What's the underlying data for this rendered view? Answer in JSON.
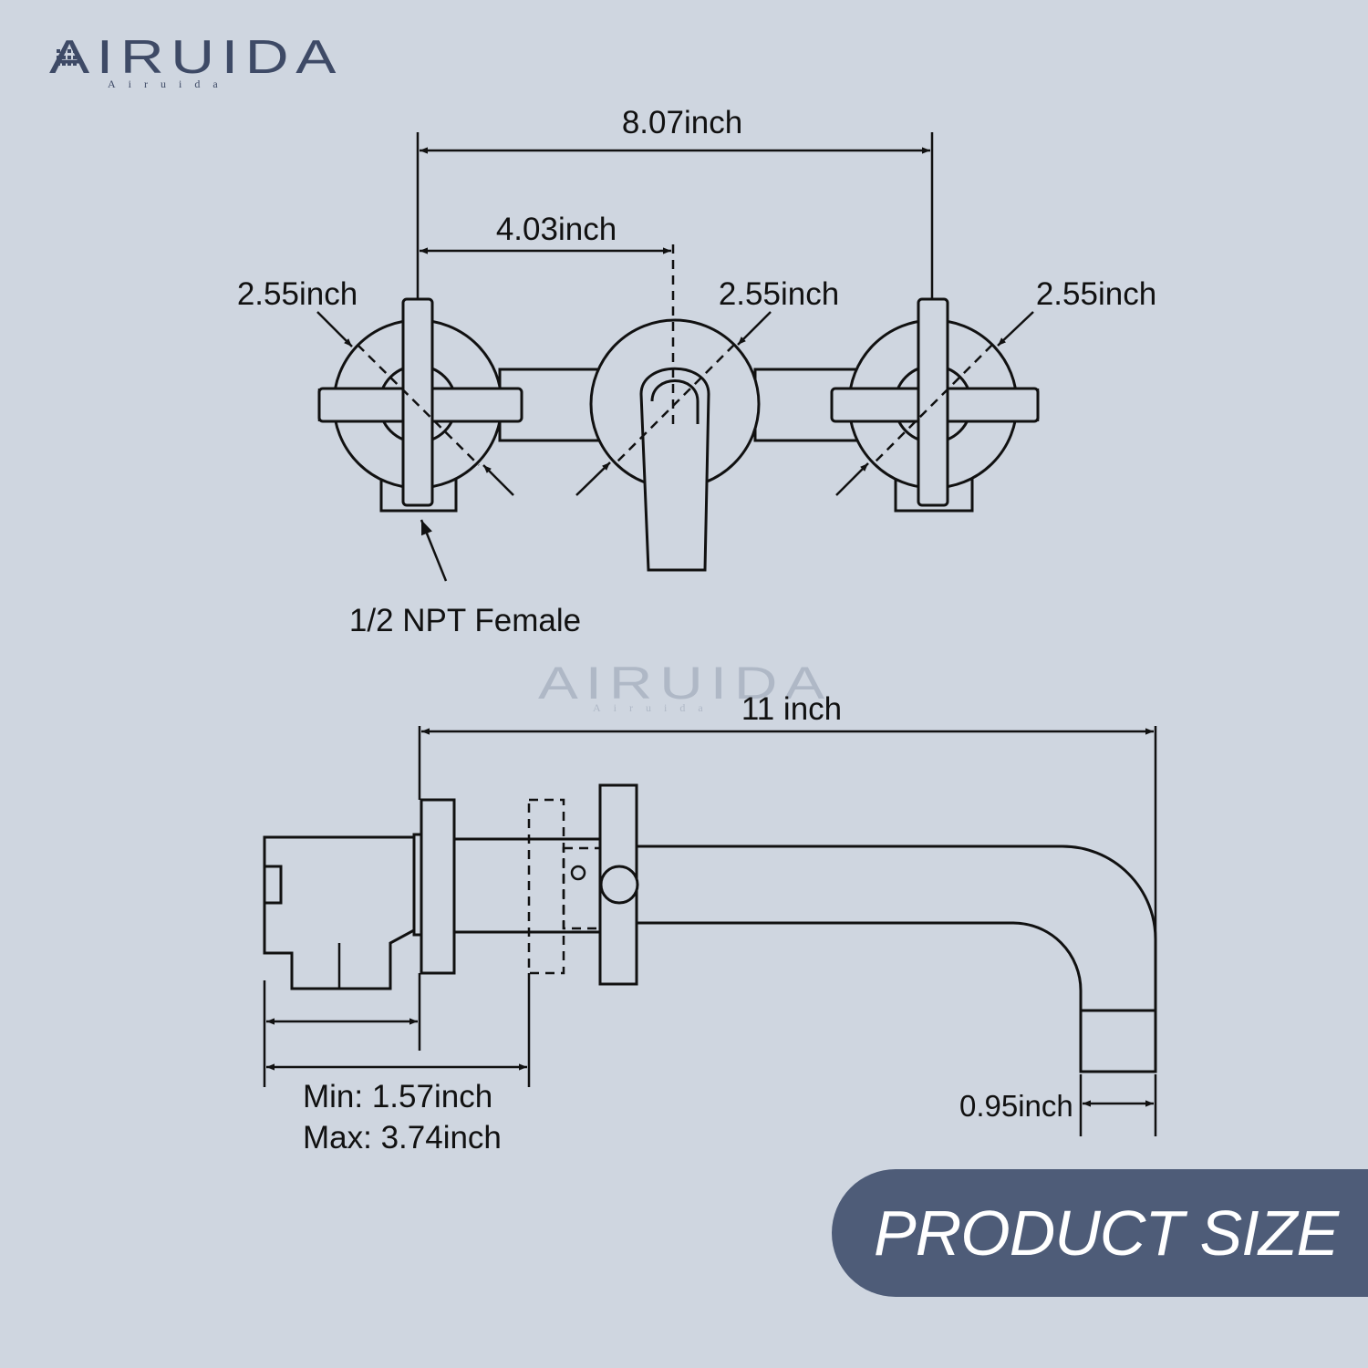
{
  "brand": {
    "name": "AIRUIDA",
    "subtitle": "Airuida"
  },
  "watermark": {
    "name": "AIRUIDA",
    "subtitle": "Airuida"
  },
  "front_view": {
    "dim_total_width": "8.07inch",
    "dim_center_offset": "4.03inch",
    "dim_left_handle": "2.55inch",
    "dim_spout_plate": "2.55inch",
    "dim_right_handle": "2.55inch",
    "connection_label": "1/2 NPT Female"
  },
  "side_view": {
    "dim_spout_length": "11 inch",
    "dim_outlet": "0.95inch",
    "dim_min": "Min: 1.57inch",
    "dim_max": "Max: 3.74inch"
  },
  "banner": {
    "title": "PRODUCT SIZE"
  },
  "colors": {
    "background": "#cfd6e0",
    "banner": "#4e5c78",
    "line": "#111111",
    "brand": "#3e4a66"
  }
}
